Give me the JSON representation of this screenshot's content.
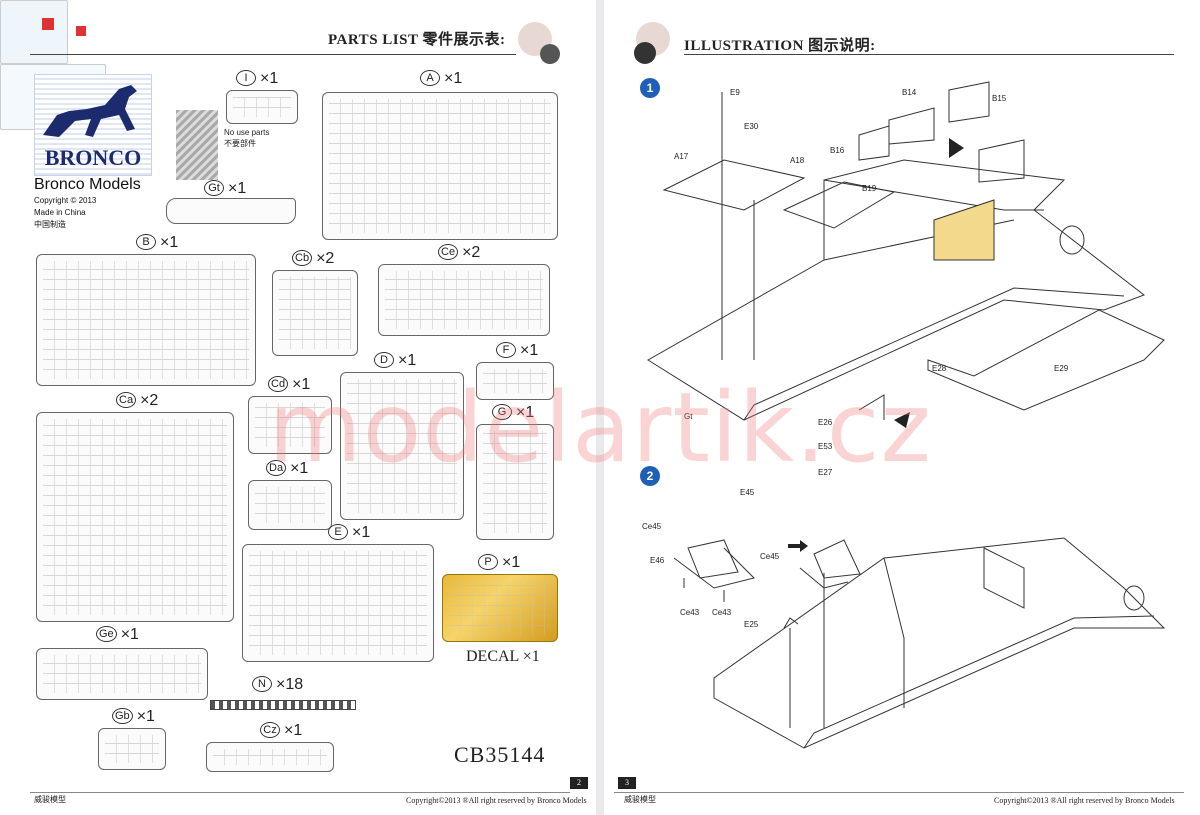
{
  "left_page": {
    "header": "PARTS LIST  零件展示表:",
    "brand": {
      "logo_text": "BRONCO",
      "name": "Bronco Models",
      "copyright": "Copyright © 2013",
      "made_in": "Made in China",
      "made_in_cn": "中国制造"
    },
    "sprues": [
      {
        "letter": "I",
        "count": "×1"
      },
      {
        "letter": "A",
        "count": "×1"
      },
      {
        "letter": "Gt",
        "count": "×1"
      },
      {
        "letter": "B",
        "count": "×1"
      },
      {
        "letter": "Cb",
        "count": "×2"
      },
      {
        "letter": "Ce",
        "count": "×2"
      },
      {
        "letter": "D",
        "count": "×1"
      },
      {
        "letter": "F",
        "count": "×1"
      },
      {
        "letter": "Ca",
        "count": "×2"
      },
      {
        "letter": "Cd",
        "count": "×1"
      },
      {
        "letter": "G",
        "count": "×1"
      },
      {
        "letter": "Da",
        "count": "×1"
      },
      {
        "letter": "E",
        "count": "×1"
      },
      {
        "letter": "P",
        "count": "×1"
      },
      {
        "letter": "Ge",
        "count": "×1"
      },
      {
        "letter": "N",
        "count": "×18"
      },
      {
        "letter": "Gb",
        "count": "×1"
      },
      {
        "letter": "Cz",
        "count": "×1"
      }
    ],
    "no_use_note": "No use parts",
    "no_use_note_cn": "不要部件",
    "decal_label": "DECAL ×1",
    "kit_number": "CB35144",
    "footer_left": "威骏模型",
    "footer_right": "Copyright©2013  ®All right reserved by Bronco Models",
    "page_number": "2"
  },
  "right_page": {
    "header": "ILLUSTRATION 图示说明:",
    "steps": [
      "1",
      "2"
    ],
    "step1_parts": [
      "E9",
      "E30",
      "B14",
      "B15",
      "B16",
      "A17",
      "A18",
      "B19",
      "E28",
      "E29",
      "E26",
      "E53",
      "E27",
      "Gt"
    ],
    "step2_parts": [
      "E45",
      "Ce45",
      "Ce45",
      "E46",
      "Ce43",
      "Ce43",
      "E25"
    ],
    "footer_left": "威骏模型",
    "footer_right": "Copyright©2013  ®All right reserved by Bronco Models",
    "page_number": "3"
  },
  "watermark": "modelartik.cz",
  "colors": {
    "step_blue": "#1f5fb8",
    "brand_navy": "#1c2b6e",
    "etch_gold": "#e3b12f"
  }
}
